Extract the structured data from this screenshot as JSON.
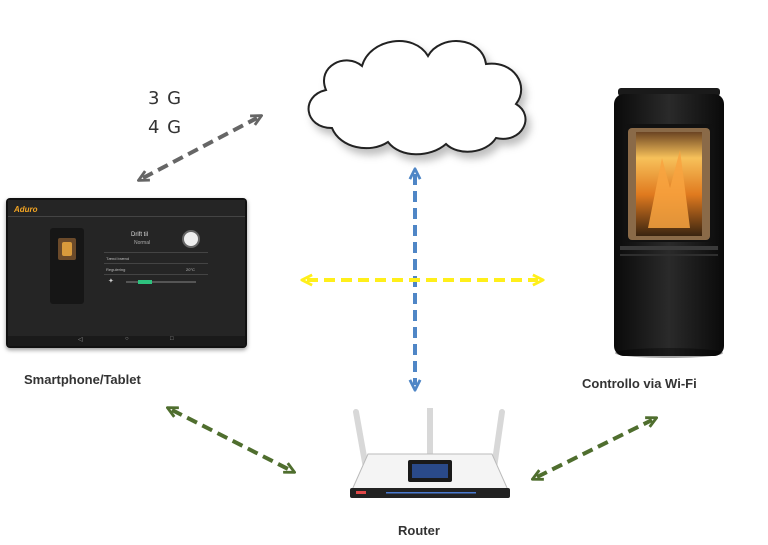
{
  "network_labels": [
    "3 G",
    "4 G"
  ],
  "labels": {
    "device": "Smartphone/Tablet",
    "stove": "Controllo via Wi-Fi",
    "router": "Router"
  },
  "tablet": {
    "brand": "Aduro",
    "mode_title": "Drift til",
    "mode_value": "Normal",
    "rows": [
      "Tænd brænd",
      "Regulering"
    ],
    "row_values": [
      "",
      "20°C"
    ]
  },
  "colors": {
    "green_arrow": "#4f6e2e",
    "blue_arrow": "#4f86c6",
    "yellow_arrow": "#ffef1a",
    "gray_arrow": "#666666"
  }
}
